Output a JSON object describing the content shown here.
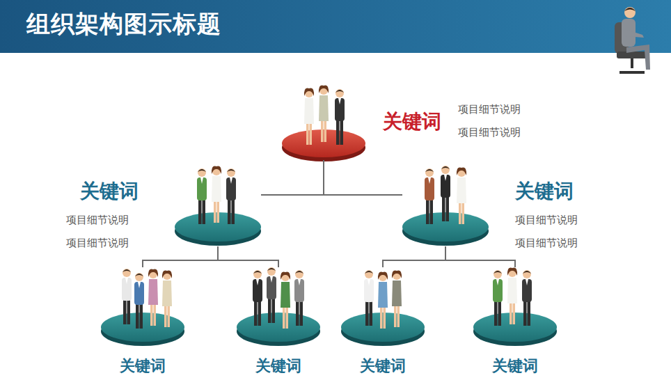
{
  "diagram": {
    "title": "组织架构图示标题",
    "nodes": [
      {
        "text": [
          "关键词",
          "项目细节说明",
          "项目细节说明"
        ]
      },
      {
        "text": [
          "关键词",
          "项目细节说明",
          "项目细节说明"
        ]
      },
      {
        "text": [
          "关键词",
          "项目细节说明",
          "项目细节说明"
        ]
      },
      {
        "text": [
          "关键词"
        ]
      },
      {
        "text": [
          "关键词"
        ]
      },
      {
        "text": [
          "关键词"
        ]
      },
      {
        "text": [
          "关键词"
        ]
      }
    ],
    "edges": [
      {
        "from": 0,
        "to": 1,
        "arrow": "none"
      },
      {
        "from": 0,
        "to": 2,
        "arrow": "none"
      },
      {
        "from": 1,
        "to": 3,
        "arrow": "none"
      },
      {
        "from": 1,
        "to": 4,
        "arrow": "none"
      },
      {
        "from": 2,
        "to": 5,
        "arrow": "none"
      },
      {
        "from": 2,
        "to": 6,
        "arrow": "none"
      }
    ]
  }
}
